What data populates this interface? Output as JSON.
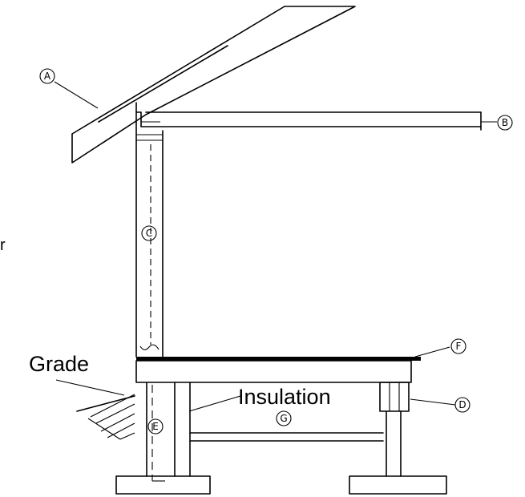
{
  "labels": {
    "grade": "Grade",
    "insulation": "Insulation",
    "edge_fragment": "r"
  },
  "callouts": {
    "A": "A",
    "B": "B",
    "C": "C",
    "D": "D",
    "E": "E",
    "F": "F",
    "G": "G"
  },
  "colors": {
    "line": "#000000",
    "background": "#ffffff"
  }
}
